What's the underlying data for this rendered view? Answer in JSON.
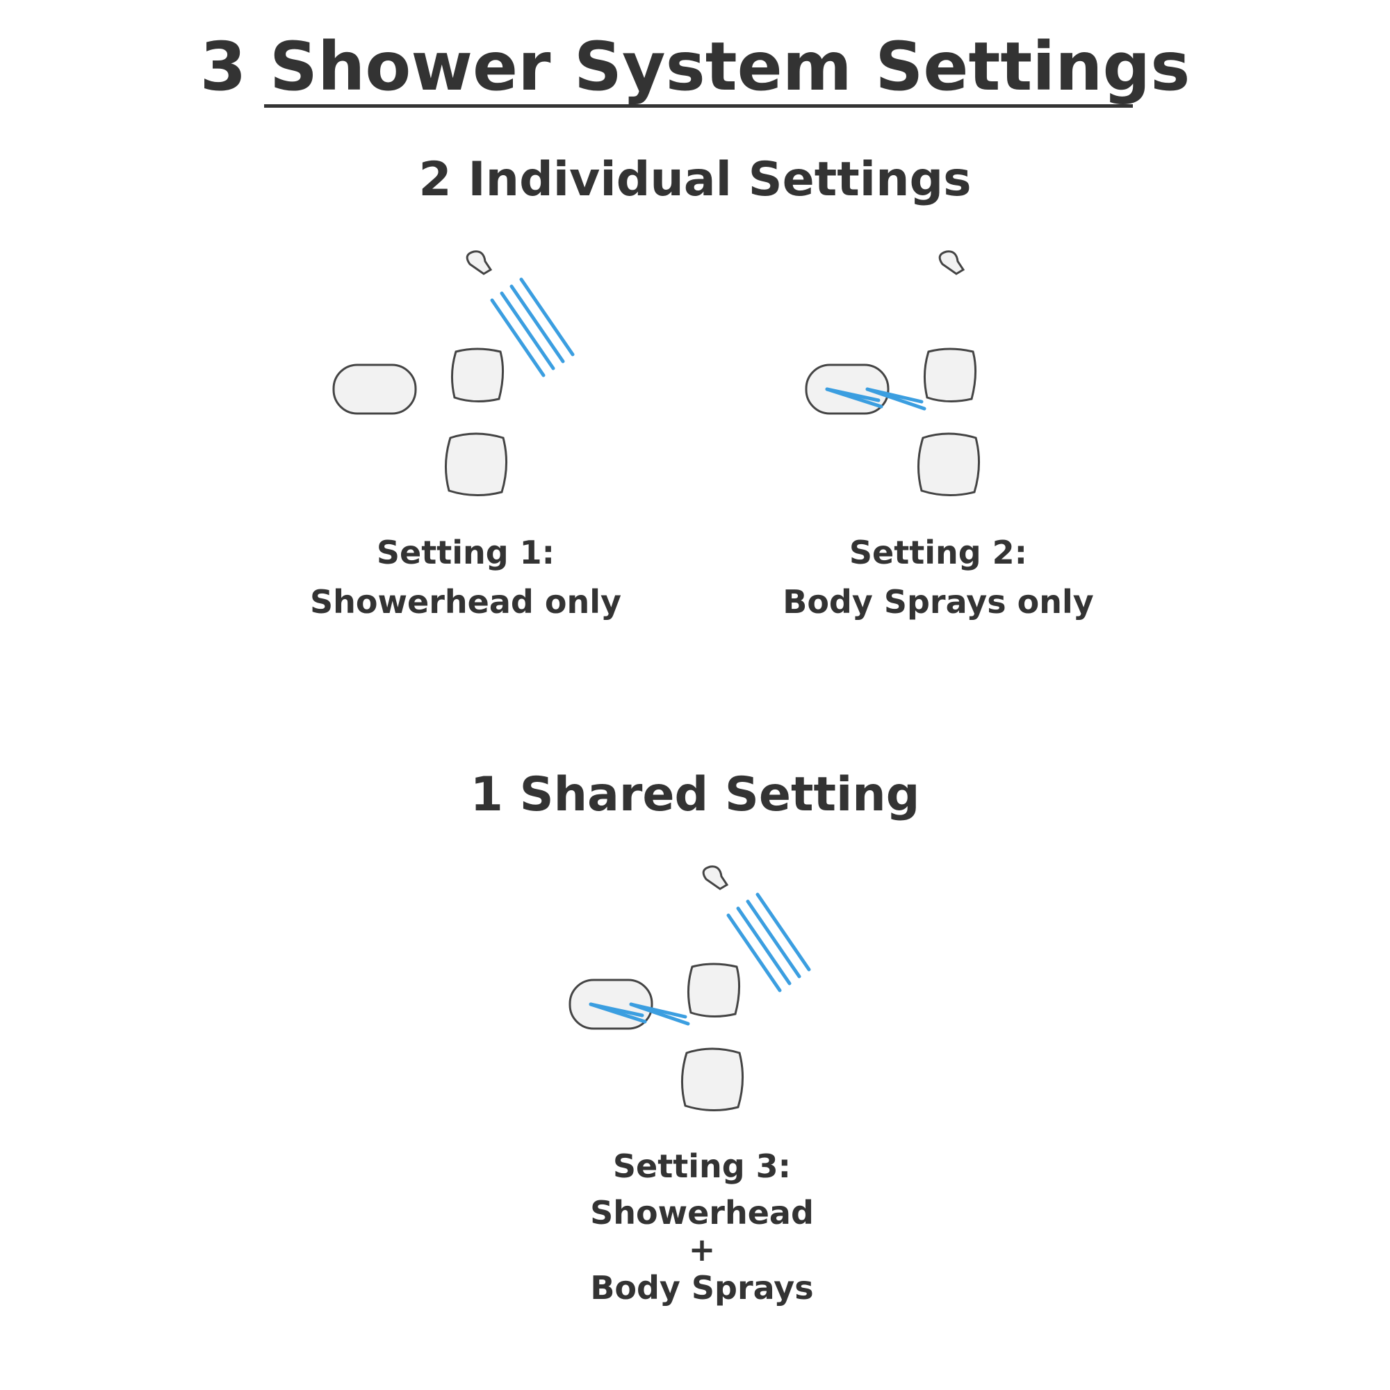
{
  "title": "3 Shower System Settings",
  "sections": {
    "individual": {
      "heading": "2 Individual Settings",
      "settings": [
        {
          "label": "Setting 1:",
          "lines": [
            "Showerhead only"
          ],
          "showerhead_spray": true,
          "body_spray": false
        },
        {
          "label": "Setting 2:",
          "lines": [
            "Body Sprays only"
          ],
          "showerhead_spray": false,
          "body_spray": true
        }
      ]
    },
    "shared": {
      "heading": "1 Shared Setting",
      "settings": [
        {
          "label": "Setting 3:",
          "lines": [
            "Showerhead",
            "+",
            "Body Sprays"
          ],
          "showerhead_spray": true,
          "body_spray": true
        }
      ]
    }
  },
  "colors": {
    "text": "#333333",
    "spray": "#3b9ee0",
    "background": "#ffffff"
  }
}
